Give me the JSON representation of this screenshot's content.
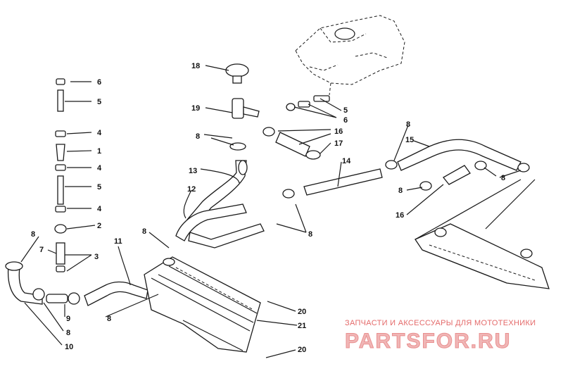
{
  "callouts": [
    {
      "id": "c6a",
      "text": "6"
    },
    {
      "id": "c5a",
      "text": "5"
    },
    {
      "id": "c4a",
      "text": "4"
    },
    {
      "id": "c1",
      "text": "1"
    },
    {
      "id": "c4b",
      "text": "4"
    },
    {
      "id": "c5b",
      "text": "5"
    },
    {
      "id": "c4c",
      "text": "4"
    },
    {
      "id": "c2",
      "text": "2"
    },
    {
      "id": "c3",
      "text": "3"
    },
    {
      "id": "c7",
      "text": "7"
    },
    {
      "id": "c8a",
      "text": "8"
    },
    {
      "id": "c9",
      "text": "9"
    },
    {
      "id": "c8b",
      "text": "8"
    },
    {
      "id": "c10",
      "text": "10"
    },
    {
      "id": "c11",
      "text": "11"
    },
    {
      "id": "c8c",
      "text": "8"
    },
    {
      "id": "c8d",
      "text": "8"
    },
    {
      "id": "c12",
      "text": "12"
    },
    {
      "id": "c13",
      "text": "13"
    },
    {
      "id": "c18",
      "text": "18"
    },
    {
      "id": "c19",
      "text": "19"
    },
    {
      "id": "c8e",
      "text": "8"
    },
    {
      "id": "c5c",
      "text": "5"
    },
    {
      "id": "c6b",
      "text": "6"
    },
    {
      "id": "c16a",
      "text": "16"
    },
    {
      "id": "c17",
      "text": "17"
    },
    {
      "id": "c14",
      "text": "14"
    },
    {
      "id": "c8f",
      "text": "8"
    },
    {
      "id": "c8g",
      "text": "8"
    },
    {
      "id": "c15",
      "text": "15"
    },
    {
      "id": "c8h",
      "text": "8"
    },
    {
      "id": "c16b",
      "text": "16"
    },
    {
      "id": "c8i",
      "text": "8"
    },
    {
      "id": "c20a",
      "text": "20"
    },
    {
      "id": "c21",
      "text": "21"
    },
    {
      "id": "c20b",
      "text": "20"
    }
  ],
  "watermark": {
    "tagline": "ЗАПЧАСТИ И АКСЕССУАРЫ ДЛЯ МОТОТЕХНИКИ",
    "brand": "PARTSFOR.RU"
  }
}
